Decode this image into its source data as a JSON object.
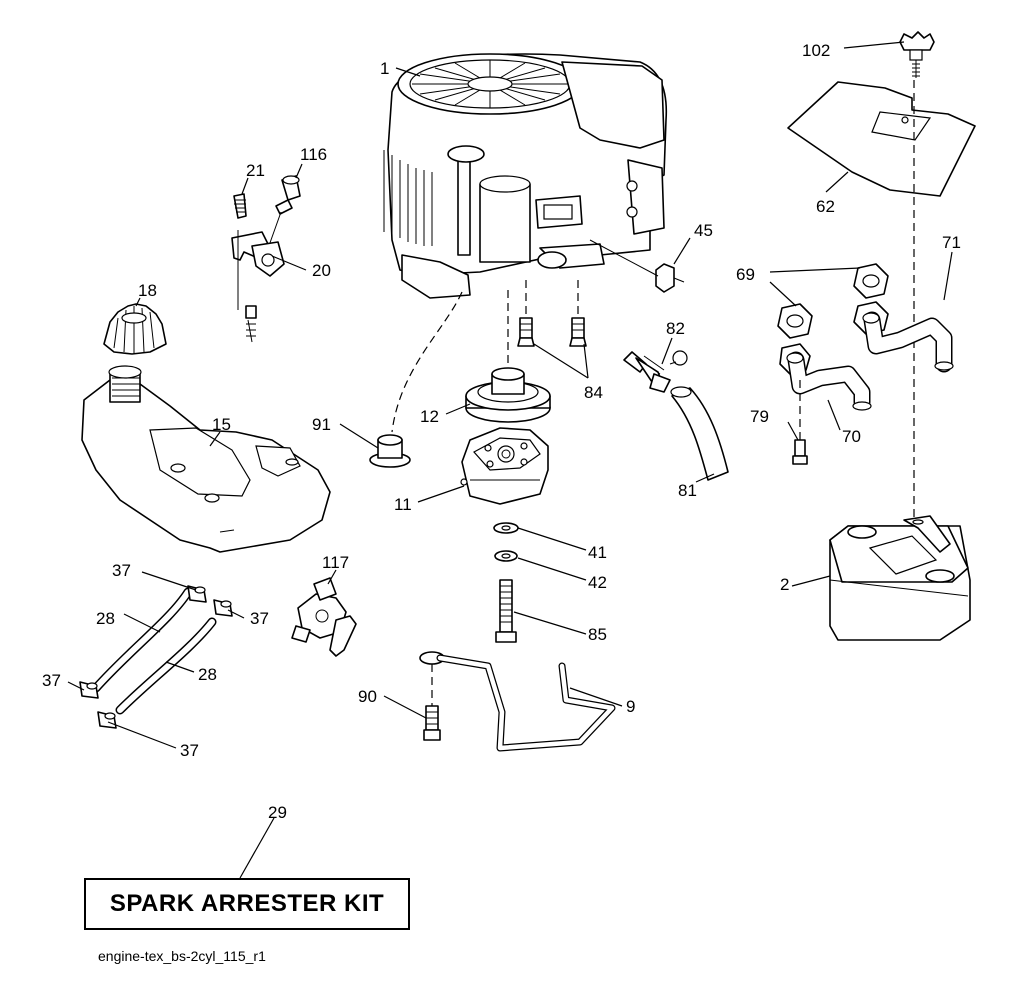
{
  "callouts": {
    "c1": "1",
    "c102": "102",
    "c116": "116",
    "c21": "21",
    "c20": "20",
    "c18": "18",
    "c15": "15",
    "c62": "62",
    "c45": "45",
    "c71": "71",
    "c69": "69",
    "c82": "82",
    "c84": "84",
    "c12": "12",
    "c91": "91",
    "c11": "11",
    "c79": "79",
    "c70": "70",
    "c81": "81",
    "c41": "41",
    "c42": "42",
    "c37a": "37",
    "c117": "117",
    "c28a": "28",
    "c37b": "37",
    "c2": "2",
    "c85": "85",
    "c37c": "37",
    "c28b": "28",
    "c90": "90",
    "c9": "9",
    "c37d": "37",
    "c29": "29"
  },
  "kit_label": "SPARK ARRESTER KIT",
  "file_id": "engine-tex_bs-2cyl_115_r1"
}
